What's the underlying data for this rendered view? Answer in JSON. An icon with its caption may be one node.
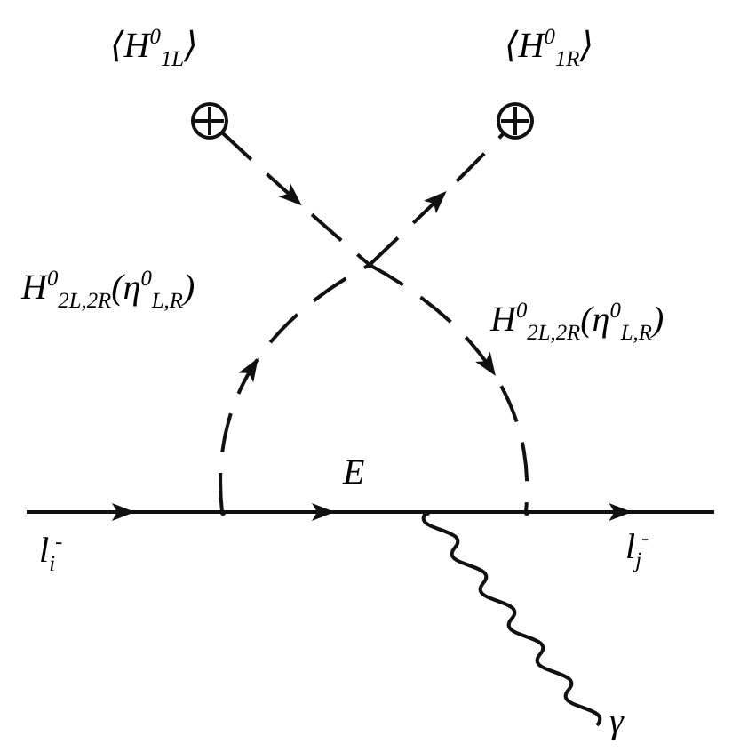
{
  "diagram": {
    "nodes": [
      {
        "text": [
          "⟨H$^{0}$$_{1L}$⟩"
        ]
      },
      {
        "text": [
          "⟨H$^{0}$$_{1R}$⟩"
        ]
      },
      {
        "text": [],
        "shape": "point"
      },
      {
        "text": [],
        "shape": "point"
      },
      {
        "text": [],
        "shape": "point"
      },
      {
        "text": [],
        "shape": "point"
      },
      {
        "text": [
          "γ"
        ]
      },
      {
        "text": [
          "l$_{i}$$^{-}$"
        ]
      },
      {
        "text": [
          "l$_{j}$$^{-}$"
        ]
      }
    ],
    "edges": [
      {
        "from": 0,
        "to": 2,
        "arrow": "to",
        "style": "dashed"
      },
      {
        "from": 2,
        "to": 1,
        "arrow": "to",
        "style": "dashed"
      },
      {
        "from": 3,
        "to": 2,
        "arrow": "to",
        "style": "dashed",
        "label": "H$^{0}$$_{2L,2R}$(η$^{0}$$_{L,R}$)"
      },
      {
        "from": 2,
        "to": 5,
        "arrow": "to",
        "style": "dashed",
        "label": "H$^{0}$$_{2L,2R}$(η$^{0}$$_{L,R}$)"
      },
      {
        "from": 7,
        "to": 3,
        "arrow": "to"
      },
      {
        "from": 3,
        "to": 4,
        "arrow": "to",
        "label": "E"
      },
      {
        "from": 4,
        "to": 5,
        "arrow": "none"
      },
      {
        "from": 5,
        "to": 8,
        "arrow": "to"
      },
      {
        "from": 4,
        "to": 6,
        "arrow": "none"
      }
    ]
  }
}
